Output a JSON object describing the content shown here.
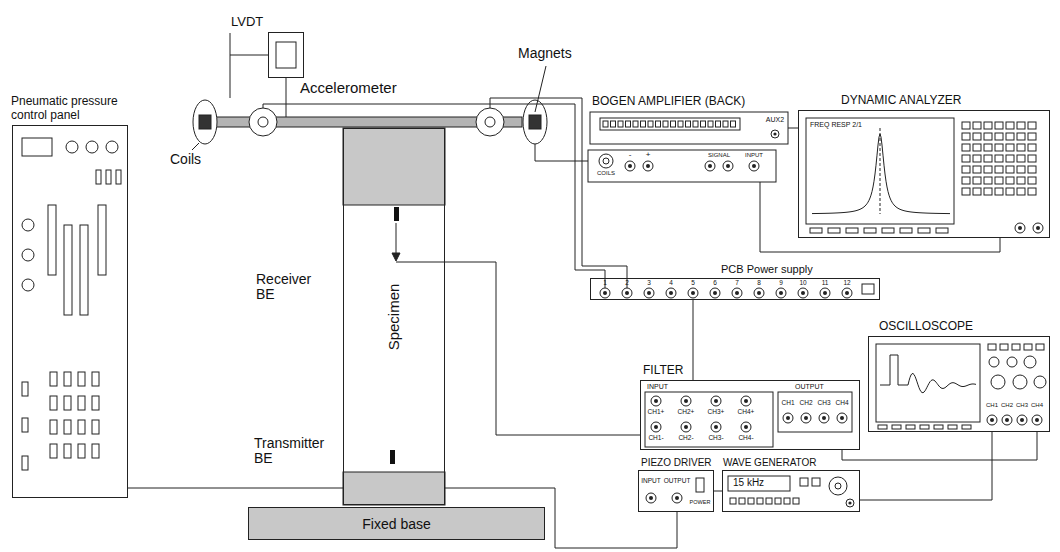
{
  "diagram": {
    "nodes": [
      {
        "text": [
          "Pneumatic pressure control panel"
        ]
      },
      {
        "text": [
          "LVDT"
        ]
      },
      {
        "text": [
          "Specimen"
        ]
      },
      {
        "text": [
          "BOGEN AMPLIFIER (BACK)"
        ]
      },
      {
        "text": [
          "DYNAMIC ANALYZER"
        ]
      },
      {
        "text": [
          "PCB Power supply"
        ]
      },
      {
        "text": [
          "FILTER"
        ]
      },
      {
        "text": [
          "OSCILLOSCOPE"
        ]
      },
      {
        "text": [
          "PIEZO DRIVER"
        ]
      },
      {
        "text": [
          "WAVE GENERATOR"
        ]
      },
      {
        "text": [
          "Fixed base"
        ]
      }
    ],
    "edges": [
      {
        "from": 0,
        "to": 2,
        "arrow": "none"
      },
      {
        "from": 2,
        "to": 6,
        "arrow": "none"
      },
      {
        "from": 5,
        "to": 6,
        "arrow": "none"
      },
      {
        "from": 6,
        "to": 7,
        "arrow": "none"
      },
      {
        "from": 9,
        "to": 8,
        "arrow": "none"
      },
      {
        "from": 8,
        "to": 2,
        "arrow": "none"
      },
      {
        "from": 9,
        "to": 7,
        "arrow": "none"
      },
      {
        "from": 3,
        "to": 4,
        "arrow": "none"
      },
      {
        "from": 4,
        "to": 3,
        "arrow": "none"
      }
    ],
    "labels": [
      "Accelerometer",
      "Magnets",
      "Coils",
      "Receiver BE",
      "Transmitter BE",
      "AUX2",
      "COILS",
      "SIGNAL",
      "INPUT",
      "-",
      "+",
      "FREQ RESP 2/1",
      "1",
      "2",
      "3",
      "4",
      "5",
      "6",
      "7",
      "8",
      "9",
      "10",
      "11",
      "12",
      "INPUT",
      "OUTPUT",
      "CH1+",
      "CH2+",
      "CH3+",
      "CH4+",
      "CH1-",
      "CH2-",
      "CH3-",
      "CH4-",
      "CH1",
      "CH2",
      "CH3",
      "CH4",
      "15 kHz",
      "INPUT",
      "OUTPUT",
      "POWER",
      "CH1",
      "CH2",
      "CH3",
      "CH4"
    ]
  }
}
